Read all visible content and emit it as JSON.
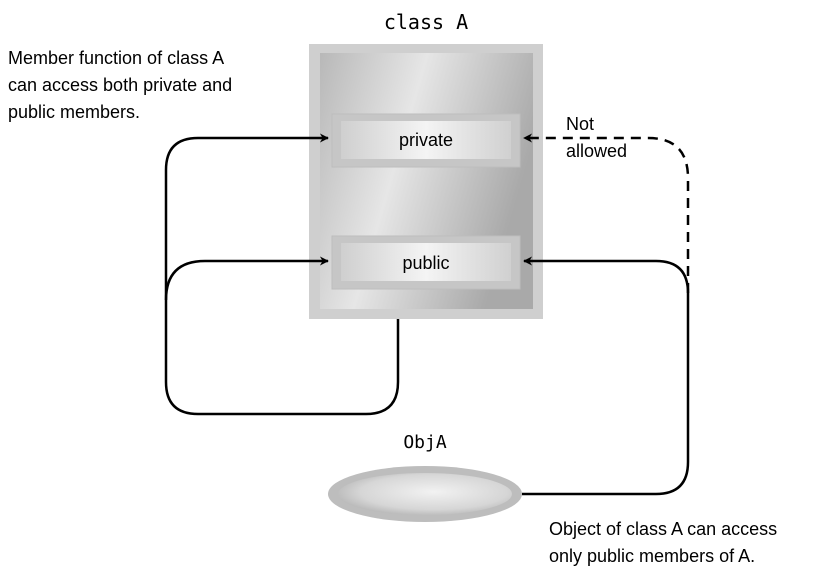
{
  "class_box": {
    "title": "class A",
    "private_label": "private",
    "public_label": "public"
  },
  "object": {
    "label": "ObjA"
  },
  "annotations": {
    "member_note": [
      "Member function of class A",
      "can access both private and",
      "public members."
    ],
    "not_allowed": [
      "Not",
      "allowed"
    ],
    "object_note": [
      "Object of class A can access",
      "only public members of A."
    ]
  },
  "colors": {
    "stroke": "#000000",
    "box_light": "#d4d4d4",
    "box_dark": "#b8b8b8",
    "box_border": "#c8c8c8"
  }
}
